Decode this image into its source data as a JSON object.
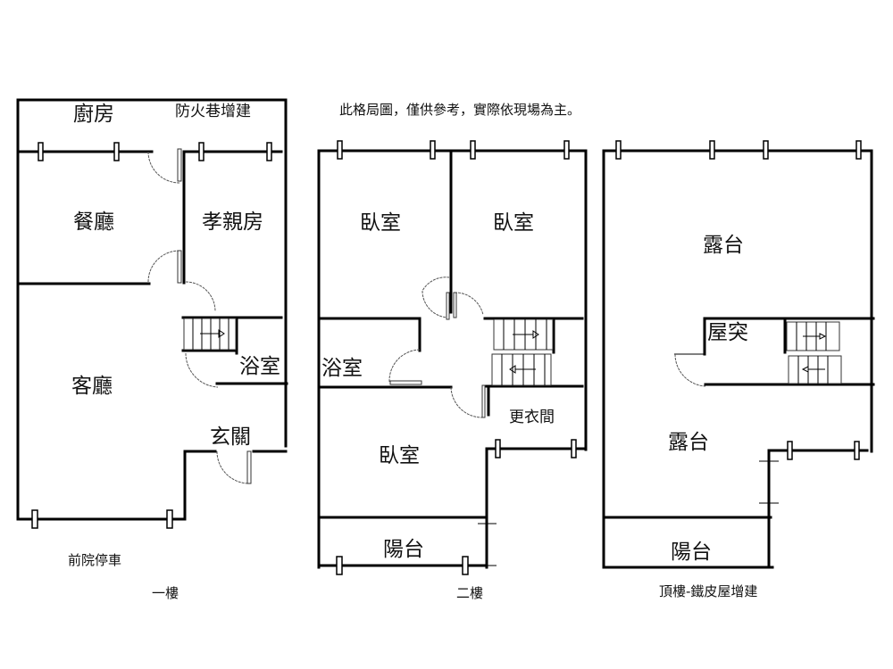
{
  "notice": "此格局圖，僅供參考，實際依現場為主。",
  "floors": [
    {
      "id": "1f",
      "caption": "一樓",
      "rooms": {
        "kitchen": "廚房",
        "fire_lane_addition": "防火巷增建",
        "dining": "餐廳",
        "parents_room": "孝親房",
        "living": "客廳",
        "bathroom": "浴室",
        "entrance": "玄關"
      },
      "outside": "前院停車"
    },
    {
      "id": "2f",
      "caption": "二樓",
      "rooms": {
        "bedroom_1": "臥室",
        "bedroom_2": "臥室",
        "bathroom": "浴室",
        "bedroom_3": "臥室",
        "closet": "更衣間",
        "balcony": "陽台"
      }
    },
    {
      "id": "rf",
      "caption": "頂樓-鐵皮屋增建",
      "rooms": {
        "terrace_1": "露台",
        "stair_house": "屋突",
        "terrace_2": "露台",
        "balcony": "陽台"
      }
    }
  ]
}
